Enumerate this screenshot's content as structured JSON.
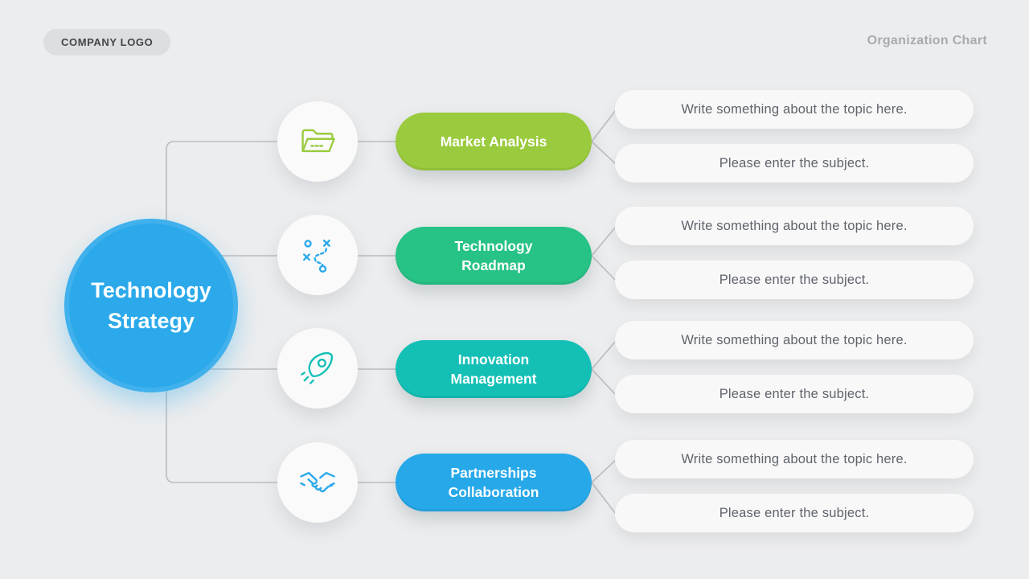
{
  "header": {
    "logo_label": "COMPANY LOGO",
    "page_title": "Organization Chart"
  },
  "root_node": {
    "label": "Technology Strategy",
    "color": "#2ba9ea"
  },
  "connector_color": "#b9bdc1",
  "branches": [
    {
      "label": "Market Analysis",
      "icon": "folder-icon",
      "color": "#9aca3d",
      "icon_color": "#9aca3d",
      "notes": [
        "Write something about the topic here.",
        "Please enter the subject."
      ]
    },
    {
      "label": "Technology Roadmap",
      "icon": "tactics-icon",
      "color": "#27c285",
      "icon_color": "#2ba9ea",
      "notes": [
        "Write something about the topic here.",
        "Please enter the subject."
      ]
    },
    {
      "label": "Innovation Management",
      "icon": "rocket-icon",
      "color": "#14c0b6",
      "icon_color": "#14c0b6",
      "notes": [
        "Write something about the topic here.",
        "Please enter the subject."
      ]
    },
    {
      "label": "Partnerships Collaboration",
      "icon": "handshake-icon",
      "color": "#26a8e9",
      "icon_color": "#2ba9ea",
      "notes": [
        "Write something about the topic here.",
        "Please enter the subject."
      ]
    }
  ]
}
